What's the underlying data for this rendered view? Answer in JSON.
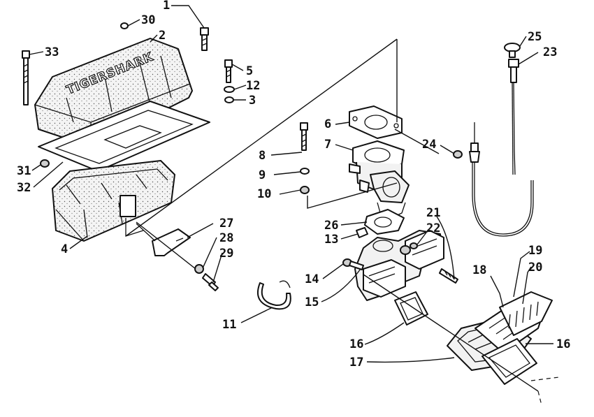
{
  "brand_text": "TIGERSHARK",
  "labels": [
    {
      "n": "1"
    },
    {
      "n": "30"
    },
    {
      "n": "2"
    },
    {
      "n": "33"
    },
    {
      "n": "5"
    },
    {
      "n": "12"
    },
    {
      "n": "3"
    },
    {
      "n": "6"
    },
    {
      "n": "7"
    },
    {
      "n": "8"
    },
    {
      "n": "9"
    },
    {
      "n": "10"
    },
    {
      "n": "31"
    },
    {
      "n": "32"
    },
    {
      "n": "4"
    },
    {
      "n": "27"
    },
    {
      "n": "28"
    },
    {
      "n": "29"
    },
    {
      "n": "26"
    },
    {
      "n": "13"
    },
    {
      "n": "21"
    },
    {
      "n": "22"
    },
    {
      "n": "14"
    },
    {
      "n": "15"
    },
    {
      "n": "11"
    },
    {
      "n": "16"
    },
    {
      "n": "17"
    },
    {
      "n": "18"
    },
    {
      "n": "19"
    },
    {
      "n": "20"
    },
    {
      "n": "16"
    },
    {
      "n": "24"
    },
    {
      "n": "25"
    },
    {
      "n": "23"
    }
  ]
}
